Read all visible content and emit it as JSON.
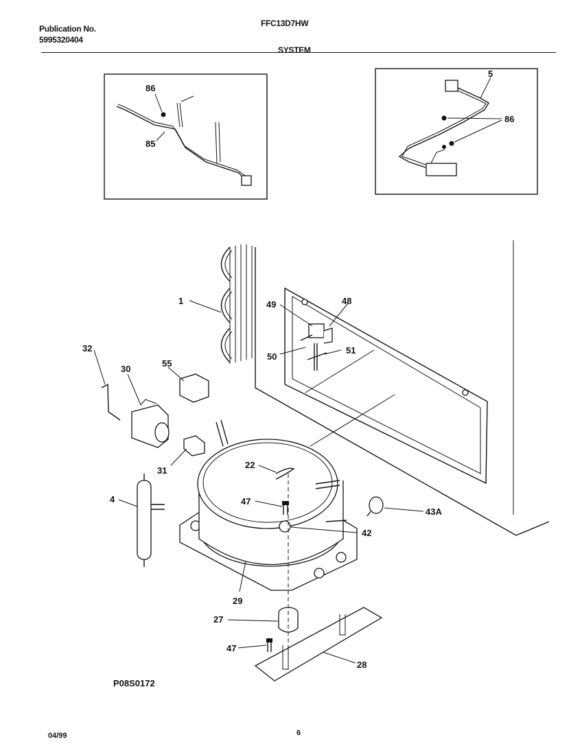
{
  "header": {
    "publication_label": "Publication No.",
    "publication_number": "5995320404",
    "model": "FFC13D7HW",
    "section": "SYSTEM"
  },
  "drawing_id": "P08S0172",
  "footer": {
    "date": "04/99",
    "page": "6"
  },
  "inset_left": {
    "labels": [
      "86",
      "85"
    ]
  },
  "inset_right": {
    "labels": [
      "5",
      "86"
    ]
  },
  "callouts": [
    "1",
    "48",
    "49",
    "50",
    "51",
    "32",
    "30",
    "55",
    "31",
    "22",
    "47",
    "4",
    "43A",
    "42",
    "29",
    "27",
    "47",
    "28"
  ]
}
